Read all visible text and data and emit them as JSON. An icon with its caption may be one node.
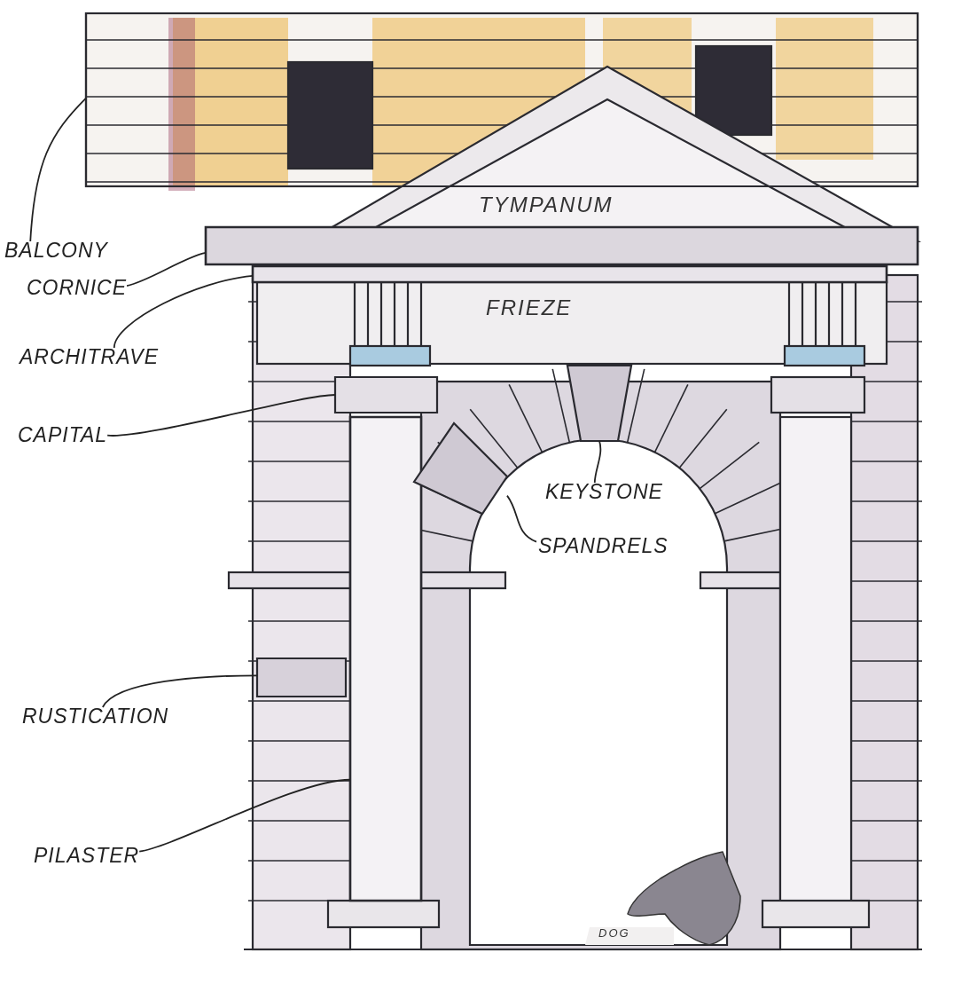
{
  "diagram": {
    "nodes": [
      {
        "text": [
          "BALCONY"
        ]
      },
      {
        "text": [
          "CORNICE"
        ]
      },
      {
        "text": [
          "ARCHITRAVE"
        ]
      },
      {
        "text": [
          "CAPITAL"
        ]
      },
      {
        "text": [
          "RUSTICATION"
        ]
      },
      {
        "text": [
          "PILASTER"
        ]
      },
      {
        "text": [
          "KEYSTONE"
        ]
      },
      {
        "text": [
          "SPANDRELS"
        ]
      },
      {
        "text": [],
        "shape": "box"
      },
      {
        "text": [],
        "shape": "bar"
      },
      {
        "text": [],
        "shape": "bar"
      },
      {
        "text": [],
        "shape": "box"
      },
      {
        "text": [],
        "shape": "box"
      },
      {
        "text": [],
        "shape": "bar"
      },
      {
        "text": [],
        "shape": "box"
      },
      {
        "text": [],
        "shape": "box"
      }
    ],
    "edges": [
      {
        "from": 0,
        "to": 8,
        "arrow": "none"
      },
      {
        "from": 1,
        "to": 9,
        "arrow": "none"
      },
      {
        "from": 2,
        "to": 10,
        "arrow": "none"
      },
      {
        "from": 3,
        "to": 11,
        "arrow": "none"
      },
      {
        "from": 4,
        "to": 12,
        "arrow": "none"
      },
      {
        "from": 5,
        "to": 13,
        "arrow": "none"
      },
      {
        "from": 6,
        "to": 14,
        "arrow": "none"
      },
      {
        "from": 7,
        "to": 15,
        "arrow": "none"
      }
    ],
    "labels": [
      "TYMPANUM",
      "FRIEZE",
      "DOG"
    ]
  }
}
